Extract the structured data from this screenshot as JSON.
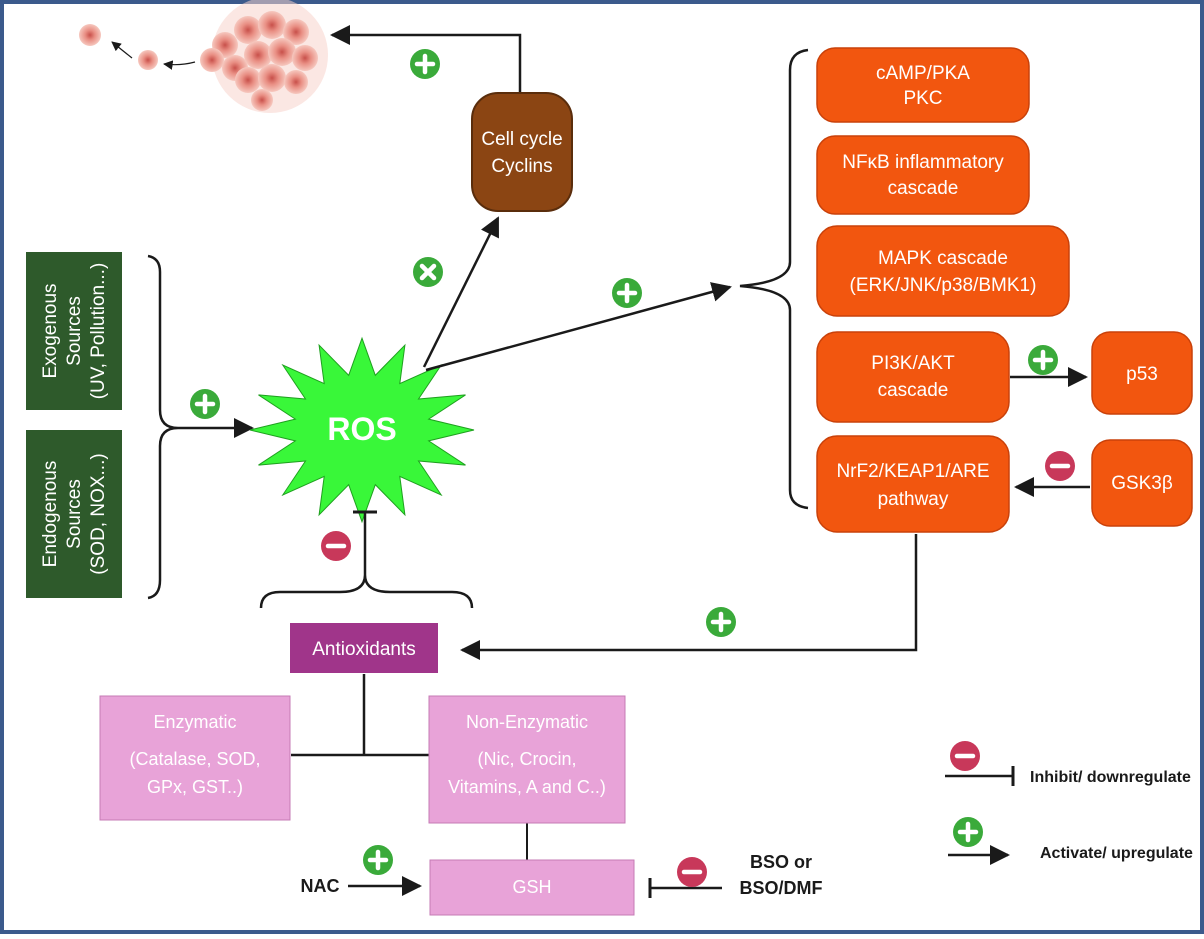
{
  "ros": {
    "label": "ROS"
  },
  "sources": {
    "exogenous": [
      "Exogenous",
      "Sources",
      "(UV, Pollution...)"
    ],
    "endogenous": [
      "Endogenous",
      "Sources",
      "(SOD, NOX...)"
    ]
  },
  "cell_cycle": [
    "Cell cycle",
    "Cyclins"
  ],
  "pathways": [
    [
      "cAMP/PKA",
      "PKC"
    ],
    [
      "NFκB inflammatory",
      "cascade"
    ],
    [
      "MAPK cascade",
      "(ERK/JNK/p38/BMK1)"
    ],
    [
      "PI3K/AKT",
      "cascade"
    ],
    [
      "NrF2/KEAP1/ARE",
      "pathway"
    ]
  ],
  "p53": {
    "label": "p53"
  },
  "gsk3b": {
    "label": "GSK3β"
  },
  "antioxidants": {
    "label": "Antioxidants"
  },
  "enzymatic": [
    "Enzymatic",
    "(Catalase,  SOD,",
    "GPx, GST..)"
  ],
  "non_enzymatic": [
    "Non-Enzymatic",
    "(Nic, Crocin,",
    "Vitamins, A and C..)"
  ],
  "gsh": {
    "label": "GSH"
  },
  "nac": {
    "label": "NAC"
  },
  "bso": [
    "BSO or",
    "BSO/DMF"
  ],
  "legend": {
    "inhibit": "Inhibit/ downregulate",
    "activate": "Activate/ upregulate"
  },
  "colors": {
    "frame": "#3b5a8c",
    "ros_fill": "#39f739",
    "source_box": "#2e5a2b",
    "cell_cycle_box": "#8b4513",
    "pathway_box": "#f2560f",
    "antioxidants_box": "#a0358a",
    "pink_box": "#e8a3d8",
    "plus_icon": "#3aaa3a",
    "minus_icon": "#c8385a"
  }
}
